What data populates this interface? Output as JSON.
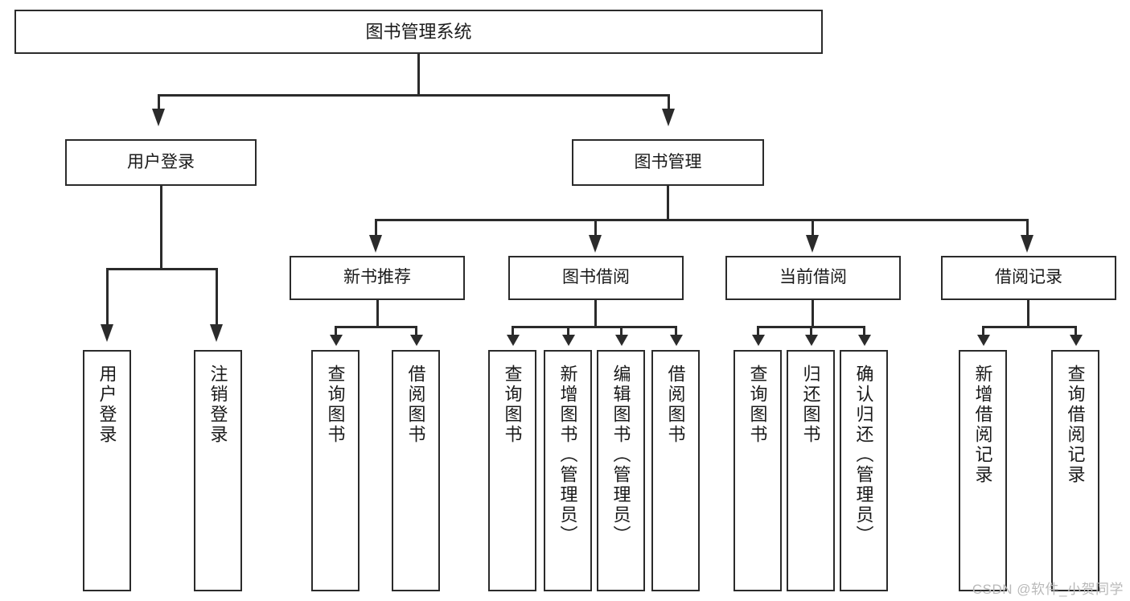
{
  "diagram": {
    "title": "图书管理系统",
    "type": "tree-hierarchy-chart",
    "root": {
      "label": "图书管理系统"
    },
    "level2": [
      {
        "label": "用户登录"
      },
      {
        "label": "图书管理"
      }
    ],
    "level3": [
      {
        "label": "新书推荐"
      },
      {
        "label": "图书借阅"
      },
      {
        "label": "当前借阅"
      },
      {
        "label": "借阅记录"
      }
    ],
    "leaves": {
      "user_login": [
        {
          "label": "用户登录"
        },
        {
          "label": "注销登录"
        }
      ],
      "new_book_recommend": [
        {
          "label": "查询图书"
        },
        {
          "label": "借阅图书"
        }
      ],
      "book_borrow": [
        {
          "label": "查询图书"
        },
        {
          "label": "新增图书（管理员）"
        },
        {
          "label": "编辑图书（管理员）"
        },
        {
          "label": "借阅图书"
        }
      ],
      "current_borrow": [
        {
          "label": "查询图书"
        },
        {
          "label": "归还图书"
        },
        {
          "label": "确认归还（管理员）"
        }
      ],
      "borrow_record": [
        {
          "label": "新增借阅记录"
        },
        {
          "label": "查询借阅记录"
        }
      ]
    },
    "watermark": "CSDN @软件_小贺同学",
    "colors": {
      "stroke": "#2b2b2b",
      "fill": "#ffffff",
      "text": "#1a1a1a",
      "watermark": "#b9b9b9"
    }
  }
}
